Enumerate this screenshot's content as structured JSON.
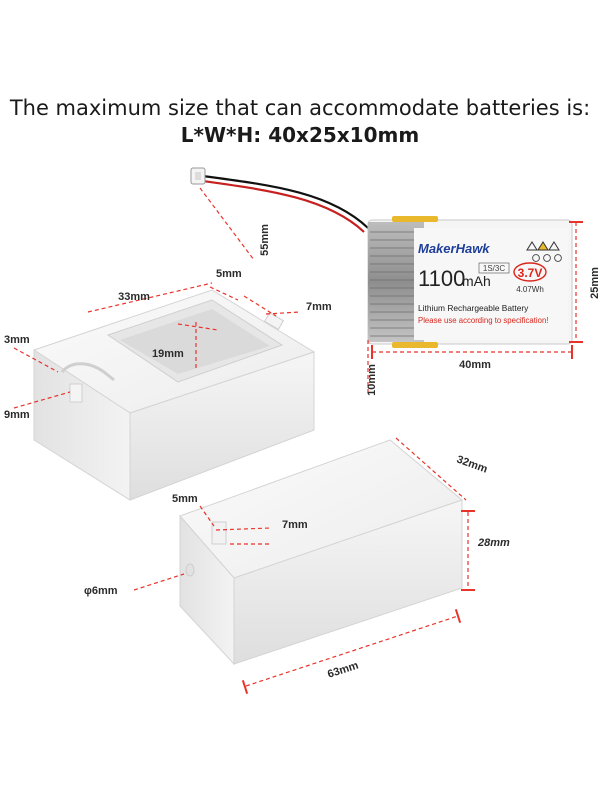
{
  "header": {
    "line1": "The maximum size that can accommodate batteries is:",
    "line2": "L*W*H: 40x25x10mm"
  },
  "battery": {
    "brand": "MakerHawk",
    "capacity_value": "1100",
    "capacity_unit": "mAh",
    "cell_config": "1S/3C",
    "voltage": "3.7V",
    "energy": "4.07Wh",
    "type_label": "Lithium Rechargeable Battery",
    "warning": "Please use according to specification!",
    "dim_length": "40mm",
    "dim_width": "25mm",
    "dim_height": "10mm",
    "dim_wire": "55mm"
  },
  "open_box": {
    "dim_top": "33mm",
    "dim_side_slot": "5mm",
    "dim_slot_depth": "7mm",
    "dim_inner": "19mm",
    "dim_left_a": "3mm",
    "dim_left_b": "9mm"
  },
  "closed_box": {
    "dim_slot_w": "5mm",
    "dim_slot_d": "7mm",
    "dim_hole": "φ6mm",
    "dim_length": "63mm",
    "dim_width": "32mm",
    "dim_height": "28mm"
  },
  "colors": {
    "dimension_line": "#e8332a",
    "case": "#efefef",
    "battery_label_bg": "#f7f7f7",
    "brand_blue": "#1e3f9a",
    "warning_red": "#d9261c",
    "tape_yellow": "#e9b82c"
  }
}
